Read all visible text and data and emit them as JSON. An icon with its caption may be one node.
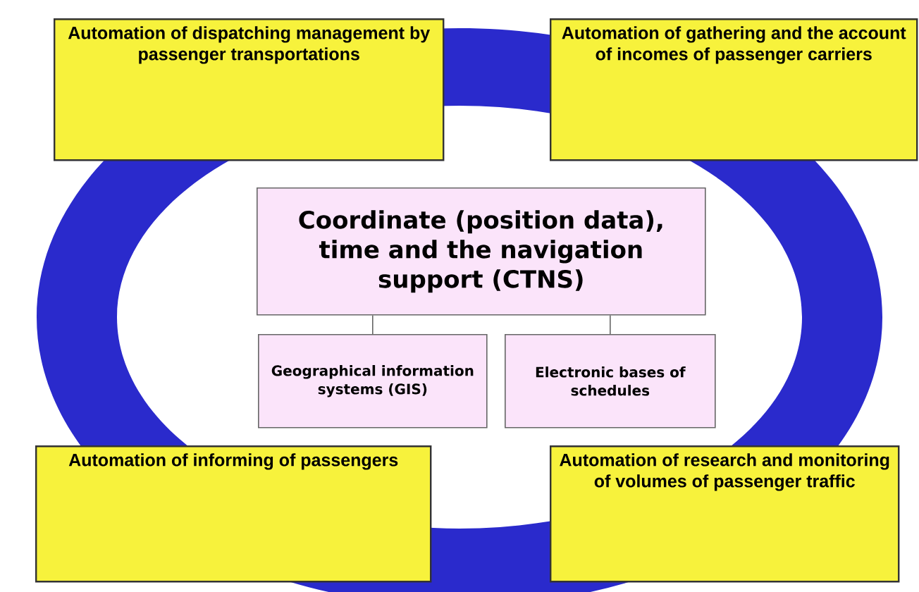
{
  "diagram": {
    "nodes": [
      {
        "text": [
          "Automation of dispatching management by passenger transportations"
        ]
      },
      {
        "text": [
          "Automation of gathering and the account of incomes of passenger carriers"
        ]
      },
      {
        "text": [
          "Coordinate (position data), time and the navigation support (CTNS)"
        ]
      },
      {
        "text": [
          "Geographical information systems (GIS)"
        ]
      },
      {
        "text": [
          "Electronic bases of schedules"
        ]
      },
      {
        "text": [
          "Automation of informing of passengers"
        ]
      },
      {
        "text": [
          "Automation of research and monitoring of volumes of passenger traffic"
        ]
      }
    ],
    "edges": [
      {
        "from": 2,
        "to": 3,
        "arrow": "none"
      },
      {
        "from": 2,
        "to": 4,
        "arrow": "none"
      }
    ]
  }
}
